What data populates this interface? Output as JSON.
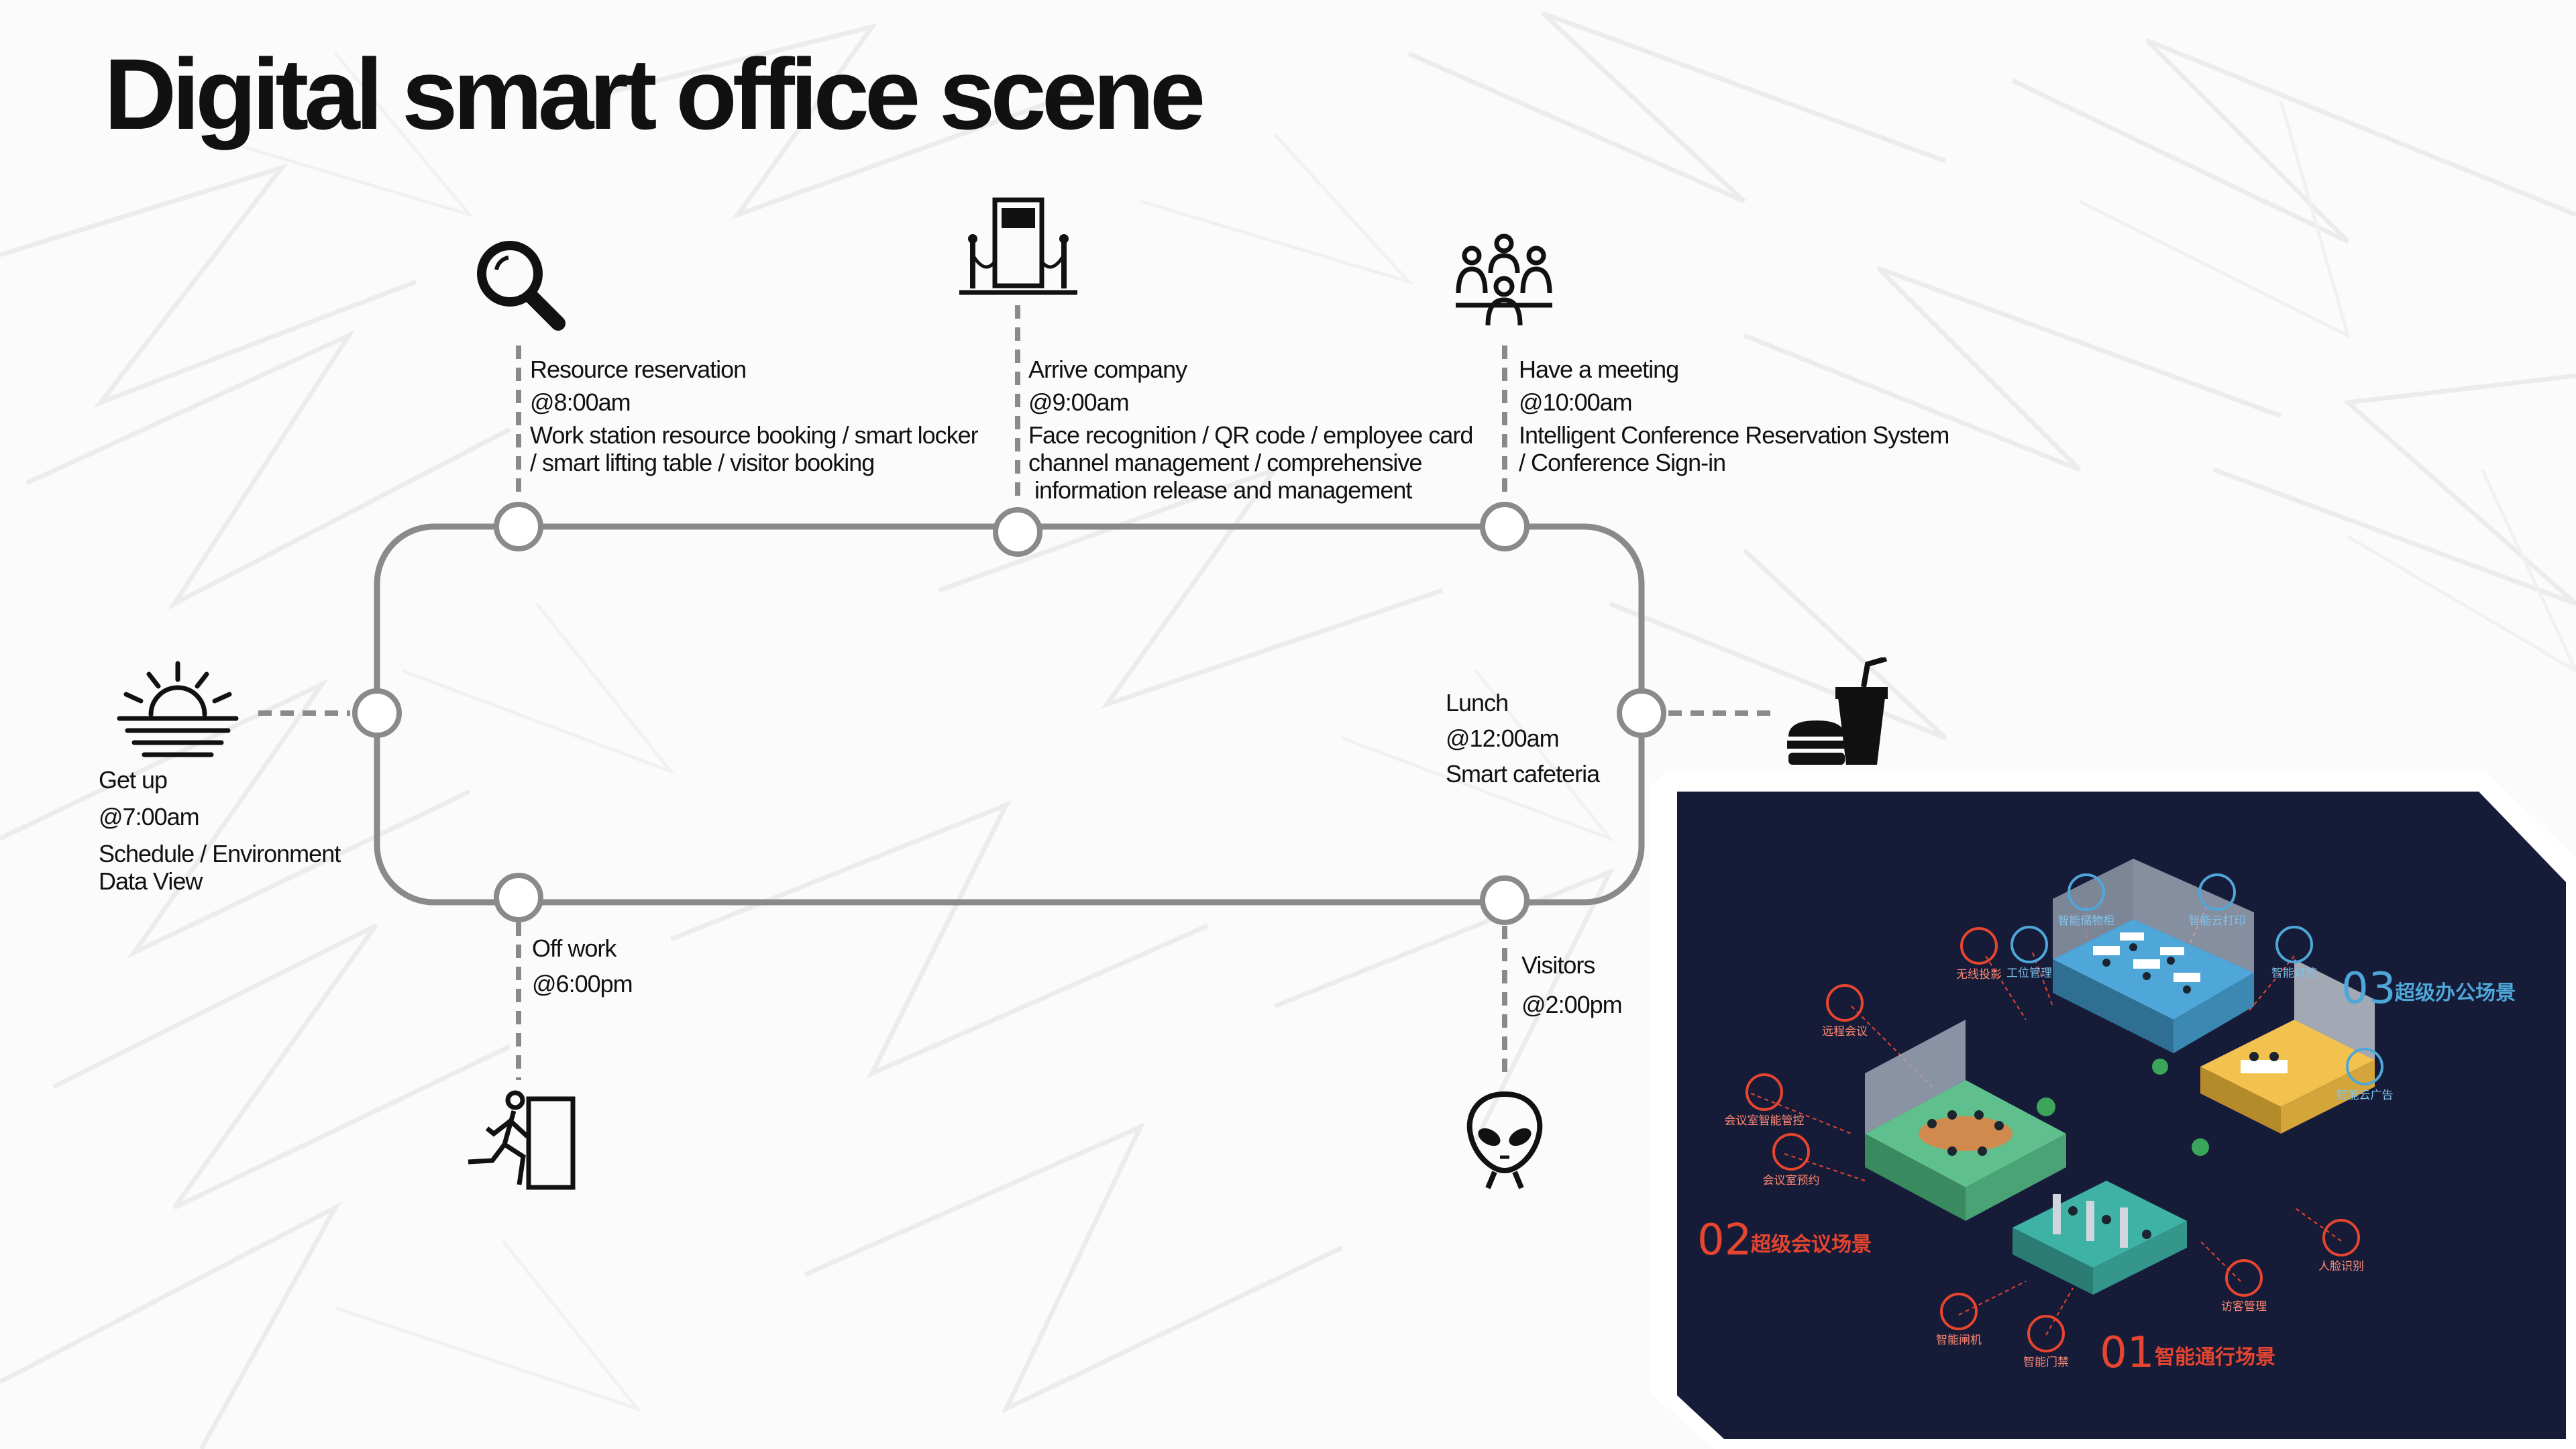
{
  "title": "Digital smart office scene",
  "stops": {
    "getup": {
      "name": "Get up",
      "time": "@7:00am",
      "desc1": "Schedule / Environment",
      "desc2": "Data View"
    },
    "resource": {
      "name": "Resource reservation",
      "time": "@8:00am",
      "desc1": "Work station resource booking / smart locker",
      "desc2": "/ smart lifting table / visitor booking"
    },
    "arrive": {
      "name": "Arrive company",
      "time": "@9:00am",
      "desc1": "Face recognition / QR code / employee card",
      "desc2": "channel management / comprehensive",
      "desc3": " information release and management"
    },
    "meeting": {
      "name": "Have a meeting",
      "time": "@10:00am",
      "desc1": "Intelligent Conference Reservation System",
      "desc2": "/ Conference Sign-in"
    },
    "lunch": {
      "name": "Lunch",
      "time": "@12:00am",
      "desc1": "Smart cafeteria"
    },
    "visitors": {
      "name": "Visitors",
      "time": "@2:00pm"
    },
    "offwork": {
      "name": "Off work",
      "time": "@6:00pm"
    }
  },
  "illustration": {
    "scenes": {
      "s01": {
        "num": "01",
        "label": "智能通行场景"
      },
      "s02": {
        "num": "02",
        "label": "超级会议场景"
      },
      "s03": {
        "num": "03",
        "label": "超级办公场景"
      }
    },
    "callouts": {
      "c1": "智能储物柜",
      "c2": "智能云打印",
      "c3": "无线投影",
      "c4": "工位管理",
      "c5": "智能灯控",
      "c6": "远程会议",
      "c7": "会议室智能管控",
      "c8": "智能云广告",
      "c9": "会议室预约",
      "c10": "人脸识别",
      "c11": "访客管理",
      "c12": "智能闸机",
      "c13": "智能门禁"
    }
  },
  "colors": {
    "line": "#8a8a8a",
    "accent_red": "#e6452f",
    "accent_blue": "#4ea7d8",
    "panel_bg": "#161b38"
  }
}
